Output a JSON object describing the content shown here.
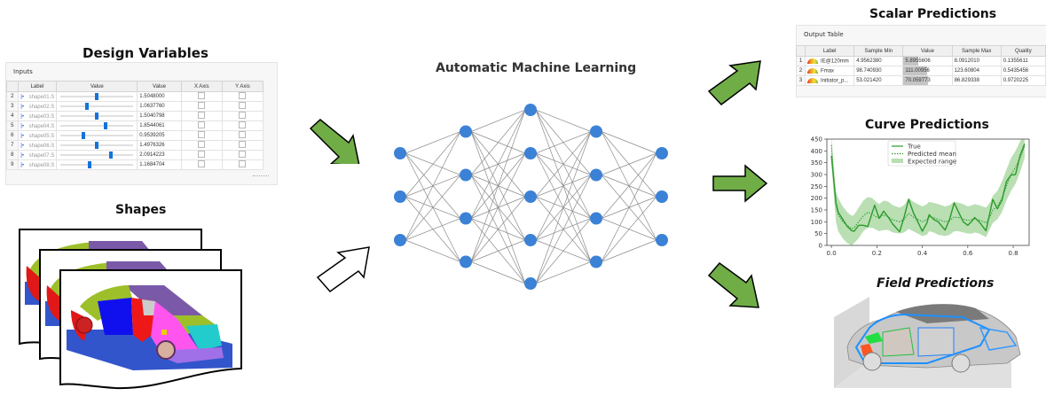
{
  "design_variables": {
    "title": "Design Variables",
    "panel_title": "Inputs",
    "columns": [
      "Label",
      "Value",
      "Value",
      "X Axis",
      "Y Axis"
    ],
    "rows": [
      {
        "index": "2",
        "label": "shape01.S",
        "slider_fraction": 0.5,
        "value": "1.5048000"
      },
      {
        "index": "3",
        "label": "shape02.S",
        "slider_fraction": 0.36,
        "value": "1.0637760"
      },
      {
        "index": "4",
        "label": "shape03.S",
        "slider_fraction": 0.5,
        "value": "1.5040798"
      },
      {
        "index": "5",
        "label": "shape04.S",
        "slider_fraction": 0.62,
        "value": "1.8544061"
      },
      {
        "index": "6",
        "label": "shape05.S",
        "slider_fraction": 0.31,
        "value": "0.9539205"
      },
      {
        "index": "7",
        "label": "shape06.S",
        "slider_fraction": 0.5,
        "value": "1.4976326"
      },
      {
        "index": "8",
        "label": "shape07.S",
        "slider_fraction": 0.7,
        "value": "2.0914223"
      },
      {
        "index": "9",
        "label": "shape08.S",
        "slider_fraction": 0.4,
        "value": "1.1684704"
      }
    ]
  },
  "shapes": {
    "title": "Shapes"
  },
  "automl": {
    "title": "Automatic Machine Learning",
    "layers": [
      3,
      4,
      5,
      4,
      3
    ],
    "node_color": "#3b82d6"
  },
  "scalar": {
    "title": "Scalar Predictions",
    "panel_title": "Output Table",
    "columns": [
      "Label",
      "Sample Min",
      "Value",
      "Sample Max",
      "Quality"
    ],
    "rows": [
      {
        "index": "1",
        "label": "IE@120mm",
        "min": "4.9562380",
        "value": "5.8955606",
        "max": "8.0912010",
        "quality": "0.1355611",
        "value_fraction": 0.3
      },
      {
        "index": "2",
        "label": "Fmax",
        "min": "98.740930",
        "value": "111.00956",
        "max": "123.60804",
        "quality": "0.5435456",
        "value_fraction": 0.49
      },
      {
        "index": "3",
        "label": "Initiator_p...",
        "min": "53.021420",
        "value": "70.059773",
        "max": "86.829338",
        "quality": "0.9720225",
        "value_fraction": 0.51
      }
    ]
  },
  "curve": {
    "title": "Curve Predictions"
  },
  "field": {
    "title": "Field Predictions"
  },
  "arrows": {
    "green": "#70ad47",
    "outline": "#000000"
  },
  "chart_data": {
    "type": "line",
    "title": "Curve Predictions",
    "xlabel": "",
    "ylabel": "",
    "xlim": [
      -0.02,
      0.87
    ],
    "ylim": [
      0,
      450
    ],
    "xticks": [
      0.0,
      0.2,
      0.4,
      0.6,
      0.8
    ],
    "xtick_labels": [
      "0.0",
      "0.2",
      "0.4",
      "0.6",
      "0.8"
    ],
    "yticks": [
      0,
      50,
      100,
      150,
      200,
      250,
      300,
      350,
      400,
      450
    ],
    "ytick_labels": [
      "0",
      "50",
      "100",
      "150",
      "200",
      "250",
      "300",
      "350",
      "400",
      "450"
    ],
    "legend": {
      "placement": "top-center",
      "entries": [
        "True",
        "Predicted mean",
        "Expected range"
      ]
    },
    "grid": false,
    "colors": {
      "true": "#2a9a2a",
      "mean": "#2a9a2a",
      "range": "#b9dfb3"
    },
    "x": [
      0.0,
      0.01,
      0.02,
      0.03,
      0.05,
      0.07,
      0.09,
      0.1,
      0.12,
      0.14,
      0.16,
      0.18,
      0.19,
      0.21,
      0.23,
      0.25,
      0.27,
      0.3,
      0.32,
      0.34,
      0.36,
      0.38,
      0.4,
      0.42,
      0.43,
      0.45,
      0.47,
      0.5,
      0.52,
      0.54,
      0.56,
      0.58,
      0.6,
      0.62,
      0.63,
      0.65,
      0.68,
      0.7,
      0.71,
      0.73,
      0.75,
      0.77,
      0.79,
      0.81,
      0.83,
      0.85
    ],
    "series": [
      {
        "name": "True",
        "style": "solid",
        "values": [
          380,
          280,
          180,
          140,
          110,
          80,
          62,
          60,
          85,
          85,
          80,
          140,
          170,
          115,
          145,
          120,
          90,
          58,
          120,
          195,
          140,
          100,
          60,
          95,
          130,
          110,
          100,
          65,
          110,
          180,
          140,
          100,
          85,
          105,
          118,
          100,
          62,
          150,
          195,
          155,
          190,
          270,
          298,
          300,
          380,
          430
        ]
      },
      {
        "name": "Predicted mean",
        "style": "dotted",
        "values": [
          425,
          280,
          170,
          130,
          100,
          85,
          70,
          75,
          100,
          125,
          140,
          135,
          125,
          115,
          130,
          120,
          108,
          100,
          110,
          135,
          120,
          110,
          100,
          110,
          120,
          118,
          110,
          100,
          105,
          120,
          118,
          112,
          105,
          110,
          112,
          108,
          95,
          125,
          150,
          165,
          200,
          250,
          300,
          330,
          370,
          420
        ]
      },
      {
        "name": "Expected range lower",
        "style": "band_lower",
        "values": [
          350,
          220,
          100,
          60,
          30,
          10,
          0,
          10,
          30,
          60,
          75,
          75,
          70,
          60,
          65,
          65,
          55,
          50,
          55,
          70,
          60,
          50,
          40,
          45,
          60,
          55,
          45,
          40,
          45,
          60,
          60,
          55,
          50,
          50,
          55,
          50,
          35,
          75,
          95,
          110,
          140,
          190,
          230,
          260,
          310,
          370
        ]
      },
      {
        "name": "Expected range upper",
        "style": "band_upper",
        "values": [
          460,
          340,
          230,
          200,
          165,
          140,
          125,
          130,
          160,
          190,
          205,
          200,
          190,
          175,
          190,
          185,
          170,
          160,
          170,
          200,
          185,
          175,
          165,
          175,
          185,
          180,
          175,
          165,
          170,
          185,
          180,
          175,
          165,
          170,
          175,
          170,
          160,
          185,
          210,
          230,
          270,
          320,
          370,
          400,
          440,
          470
        ]
      }
    ]
  }
}
